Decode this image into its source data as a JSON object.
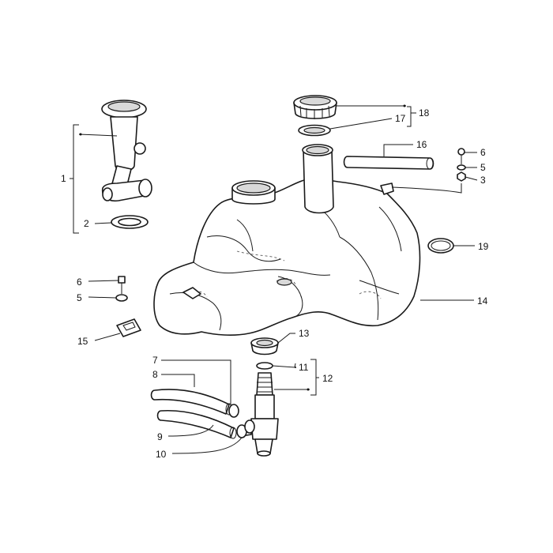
{
  "callouts": {
    "c1": "1",
    "c2": "2",
    "c3": "3",
    "c5a": "5",
    "c5b": "5",
    "c6a": "6",
    "c6b": "6",
    "c7": "7",
    "c8": "8",
    "c9": "9",
    "c10": "10",
    "c11": "11",
    "c12": "12",
    "c13": "13",
    "c14": "14",
    "c15": "15",
    "c16": "16",
    "c17": "17",
    "c18": "18",
    "c19": "19"
  }
}
